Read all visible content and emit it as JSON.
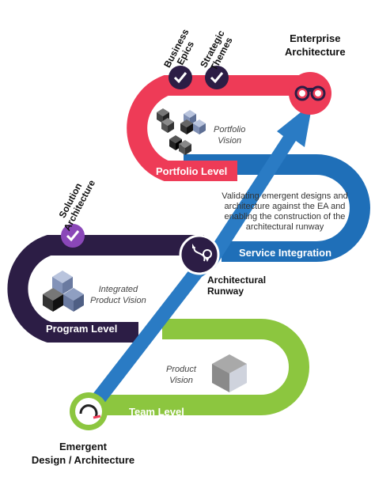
{
  "top": {
    "enterprise_architecture": [
      "Enterprise",
      "Architecture"
    ],
    "business_epics": [
      "Business",
      "Epics"
    ],
    "strategic_themes": [
      "Strategic",
      "Themes"
    ]
  },
  "portfolio": {
    "level_label": "Portfolio Level",
    "vision": [
      "Portfolio",
      "Vision"
    ]
  },
  "service": {
    "label": "Service Integration",
    "description": [
      "Validating emergent designs and",
      "architecture  against the EA and",
      "enabling the construction of the",
      "architectural runway"
    ]
  },
  "runway": {
    "label": [
      "Architectural",
      "Runway"
    ]
  },
  "program": {
    "level_label": "Program Level",
    "vision": [
      "Integrated",
      "Product Vision"
    ],
    "solution_architecture": [
      "Solution",
      "Architecture"
    ]
  },
  "team": {
    "level_label": "Team Level",
    "vision": [
      "Product",
      "Vision"
    ]
  },
  "emergent": {
    "label": [
      "Emergent",
      "Design / Architecture"
    ]
  },
  "colors": {
    "portfolio": "#ee3b57",
    "service": "#1f6fb8",
    "program": "#2c1d45",
    "team": "#8cc63f",
    "arrow": "#2a7bc4"
  }
}
